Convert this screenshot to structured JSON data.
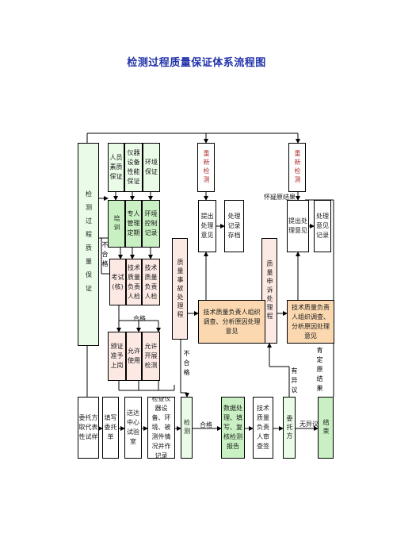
{
  "title": "检测过程质量保证体系流程图",
  "boxes": {
    "process": "检测过程质量保证",
    "staff": "人员素质保证",
    "instrument": "仪器设备性能保证",
    "environment": "环境保证",
    "retest1": "重新检测",
    "retest2": "重新检测",
    "training": "培训",
    "expert_mgmt": "专人管理定期",
    "env_control": "环境控制记录",
    "proposal1": "提出处理意见",
    "handle_archive": "处理记录存档",
    "quality_accident": "质量事故处理程",
    "proposal2": "提出处理意见",
    "handle_record": "处理意见记录",
    "quality_appeal": "质量申诉处理程",
    "exam": "考试(核)",
    "tech_check_a": "技术质量负责人检",
    "tech_check_b": "技术质量负责人检",
    "tech_investigate1": "技术质量负责人组织调查、分析原因处理意见",
    "tech_investigate2": "技术质量负责人组织调查、分析原因处理意见",
    "cert": "颁证准予上岗",
    "allow_use": "允许使用",
    "allow_test": "允许开展检测",
    "client_agent": "委托方取代表性试样",
    "fill_form": "填写委托单",
    "send_center": "送达中心试验室",
    "inspect": "检查仪器设备、环境、被测件情况并作记录",
    "test": "检测",
    "data_process": "数据处理、填写、复核检测报告",
    "tech_review": "技术质量负责人审查签",
    "client": "委托方",
    "end": "结束"
  },
  "labels": {
    "doubt": "怀疑原结果",
    "unqualified_side": "不合格",
    "qualified_1": "合格",
    "unqualified_mid": "不合格",
    "qualified_2": "合格",
    "objection": "有异议",
    "affirm": "肯定原结果",
    "no_objection": "无异议"
  }
}
